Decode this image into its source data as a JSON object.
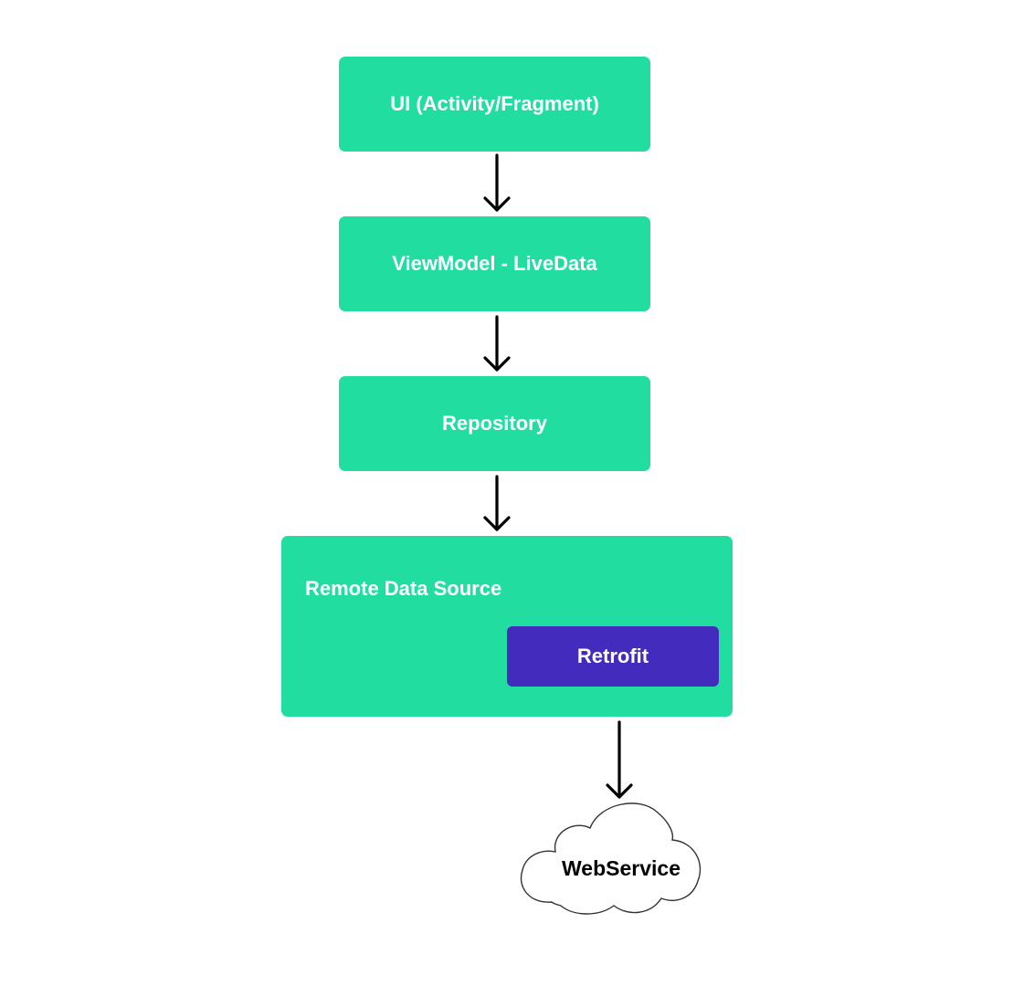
{
  "colors": {
    "layer_box": "#22dda0",
    "retrofit_box": "#432cbd",
    "arrow": "#000000",
    "cloud_stroke": "#333333",
    "cloud_fill": "#ffffff",
    "box_text": "#ffffff"
  },
  "nodes": {
    "ui": {
      "label": "UI (Activity/Fragment)"
    },
    "viewmodel": {
      "label": "ViewModel - LiveData"
    },
    "repository": {
      "label": "Repository"
    },
    "remote_data_source": {
      "label": "Remote Data Source"
    },
    "retrofit": {
      "label": "Retrofit"
    },
    "webservice": {
      "label": "WebService",
      "shape": "cloud"
    }
  },
  "edges": [
    {
      "from": "ui",
      "to": "viewmodel"
    },
    {
      "from": "viewmodel",
      "to": "repository"
    },
    {
      "from": "repository",
      "to": "remote_data_source"
    },
    {
      "from": "retrofit",
      "to": "webservice"
    }
  ]
}
